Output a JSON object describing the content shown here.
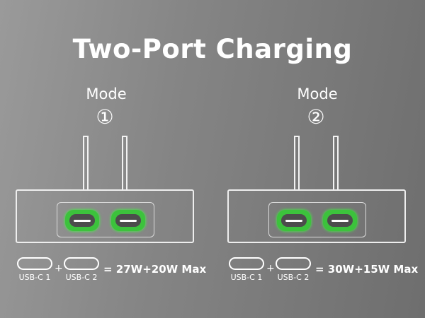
{
  "title": "Two-Port Charging",
  "modes": [
    {
      "label": "Mode",
      "number": "①",
      "port1_label": "USB-C 1",
      "plus": "+",
      "port2_label": "USB-C 2",
      "formula": "= 27W+20W Max"
    },
    {
      "label": "Mode",
      "number": "②",
      "port1_label": "USB-C 1",
      "plus": "+",
      "port2_label": "USB-C 2",
      "formula": "= 30W+15W Max"
    }
  ],
  "colors": {
    "port_glow": "#3cc23c",
    "port_inner": "#4c4c4c",
    "background": "#858585"
  }
}
